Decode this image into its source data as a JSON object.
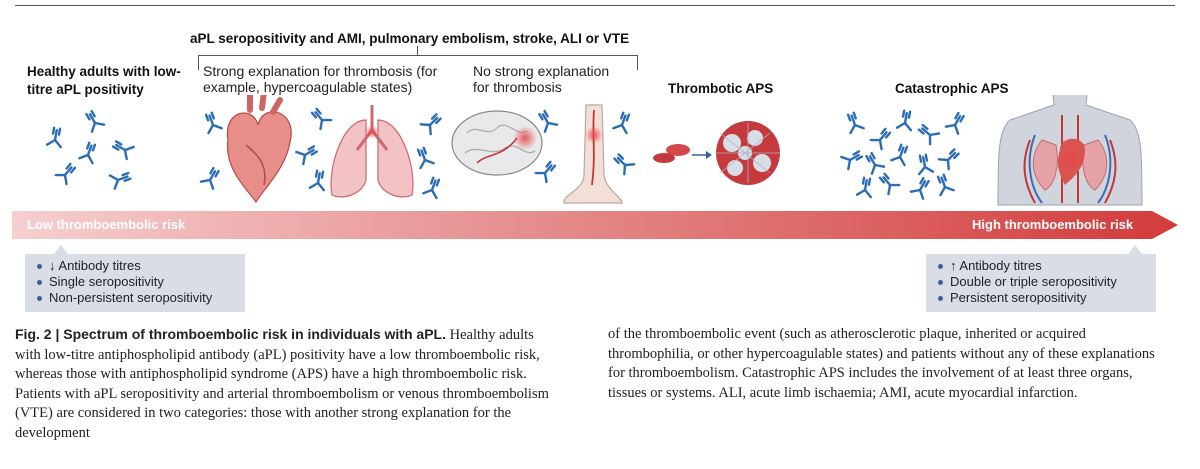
{
  "header": {
    "ami_group_title": "aPL seropositivity and AMI, pulmonary embolism, stroke, ALI or VTE"
  },
  "stages": {
    "healthy": "Healthy adults with low-titre aPL positivity",
    "strong_explanation": "Strong explanation for thrombosis (for example, hypercoagulable states)",
    "no_strong_explanation": "No strong explanation for thrombosis",
    "thrombotic_aps": "Thrombotic APS",
    "catastrophic_aps": "Catastrophic APS"
  },
  "risk_bar": {
    "low_label": "Low thromboembolic risk",
    "high_label": "High thromboembolic risk",
    "color_start": "#f6cfcf",
    "color_end": "#d23b3b"
  },
  "low_box": {
    "items": [
      "↓ Antibody titres",
      "Single seropositivity",
      "Non-persistent seropositivity"
    ]
  },
  "high_box": {
    "items": [
      "↑ Antibody titres",
      "Double or triple seropositivity",
      "Persistent seropositivity"
    ]
  },
  "caption": {
    "fig_label": "Fig. 2 | Spectrum of thromboembolic risk in individuals with aPL.",
    "col1": "Healthy adults with low-titre antiphospholipid antibody (aPL) positivity have a low thromboembolic risk, whereas those with antiphospholipid syndrome (APS) have a high thromboembolic risk. Patients with aPL seropositivity and arterial thromboembolism or venous thromboembolism (VTE) are considered in two categories: those with another strong explanation for the development",
    "col2": "of the thromboembolic event (such as atherosclerotic plaque, inherited or acquired thrombophilia, or other hypercoagulable states) and patients without any of these explanations for thromboembolism. Catastrophic APS includes the involvement of at least three organs, tissues or systems. ALI, acute limb ischaemia; AMI, acute myocardial infarction."
  },
  "icons": {
    "antibody": "antibody-icon",
    "heart": "heart-icon",
    "lungs": "lungs-icon",
    "brain": "brain-icon",
    "leg": "leg-icon",
    "clot": "blood-clot-icon",
    "body": "human-body-icon"
  }
}
